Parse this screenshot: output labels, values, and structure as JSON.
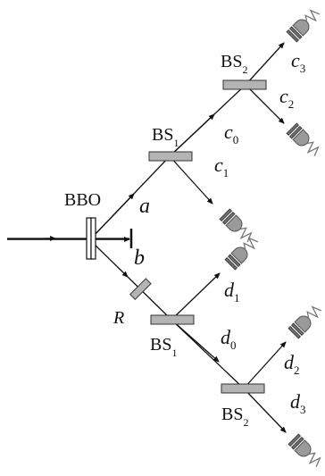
{
  "crystal": {
    "main": "BBO"
  },
  "beams": {
    "a": "a",
    "b": "b"
  },
  "rotator": {
    "main": "R"
  },
  "beam_splitters": [
    {
      "main": "BS",
      "sub": "1"
    },
    {
      "main": "BS",
      "sub": "2"
    },
    {
      "main": "BS",
      "sub": "1"
    },
    {
      "main": "BS",
      "sub": "2"
    }
  ],
  "modes": [
    {
      "main": "c",
      "sub": "0"
    },
    {
      "main": "c",
      "sub": "1"
    },
    {
      "main": "c",
      "sub": "2"
    },
    {
      "main": "c",
      "sub": "3"
    },
    {
      "main": "d",
      "sub": "0"
    },
    {
      "main": "d",
      "sub": "1"
    },
    {
      "main": "d",
      "sub": "2"
    },
    {
      "main": "d",
      "sub": "3"
    }
  ],
  "colors": {
    "ink": "#111111",
    "beam_splitter": "#b4b4b4",
    "detector": "#9a9a9a"
  }
}
